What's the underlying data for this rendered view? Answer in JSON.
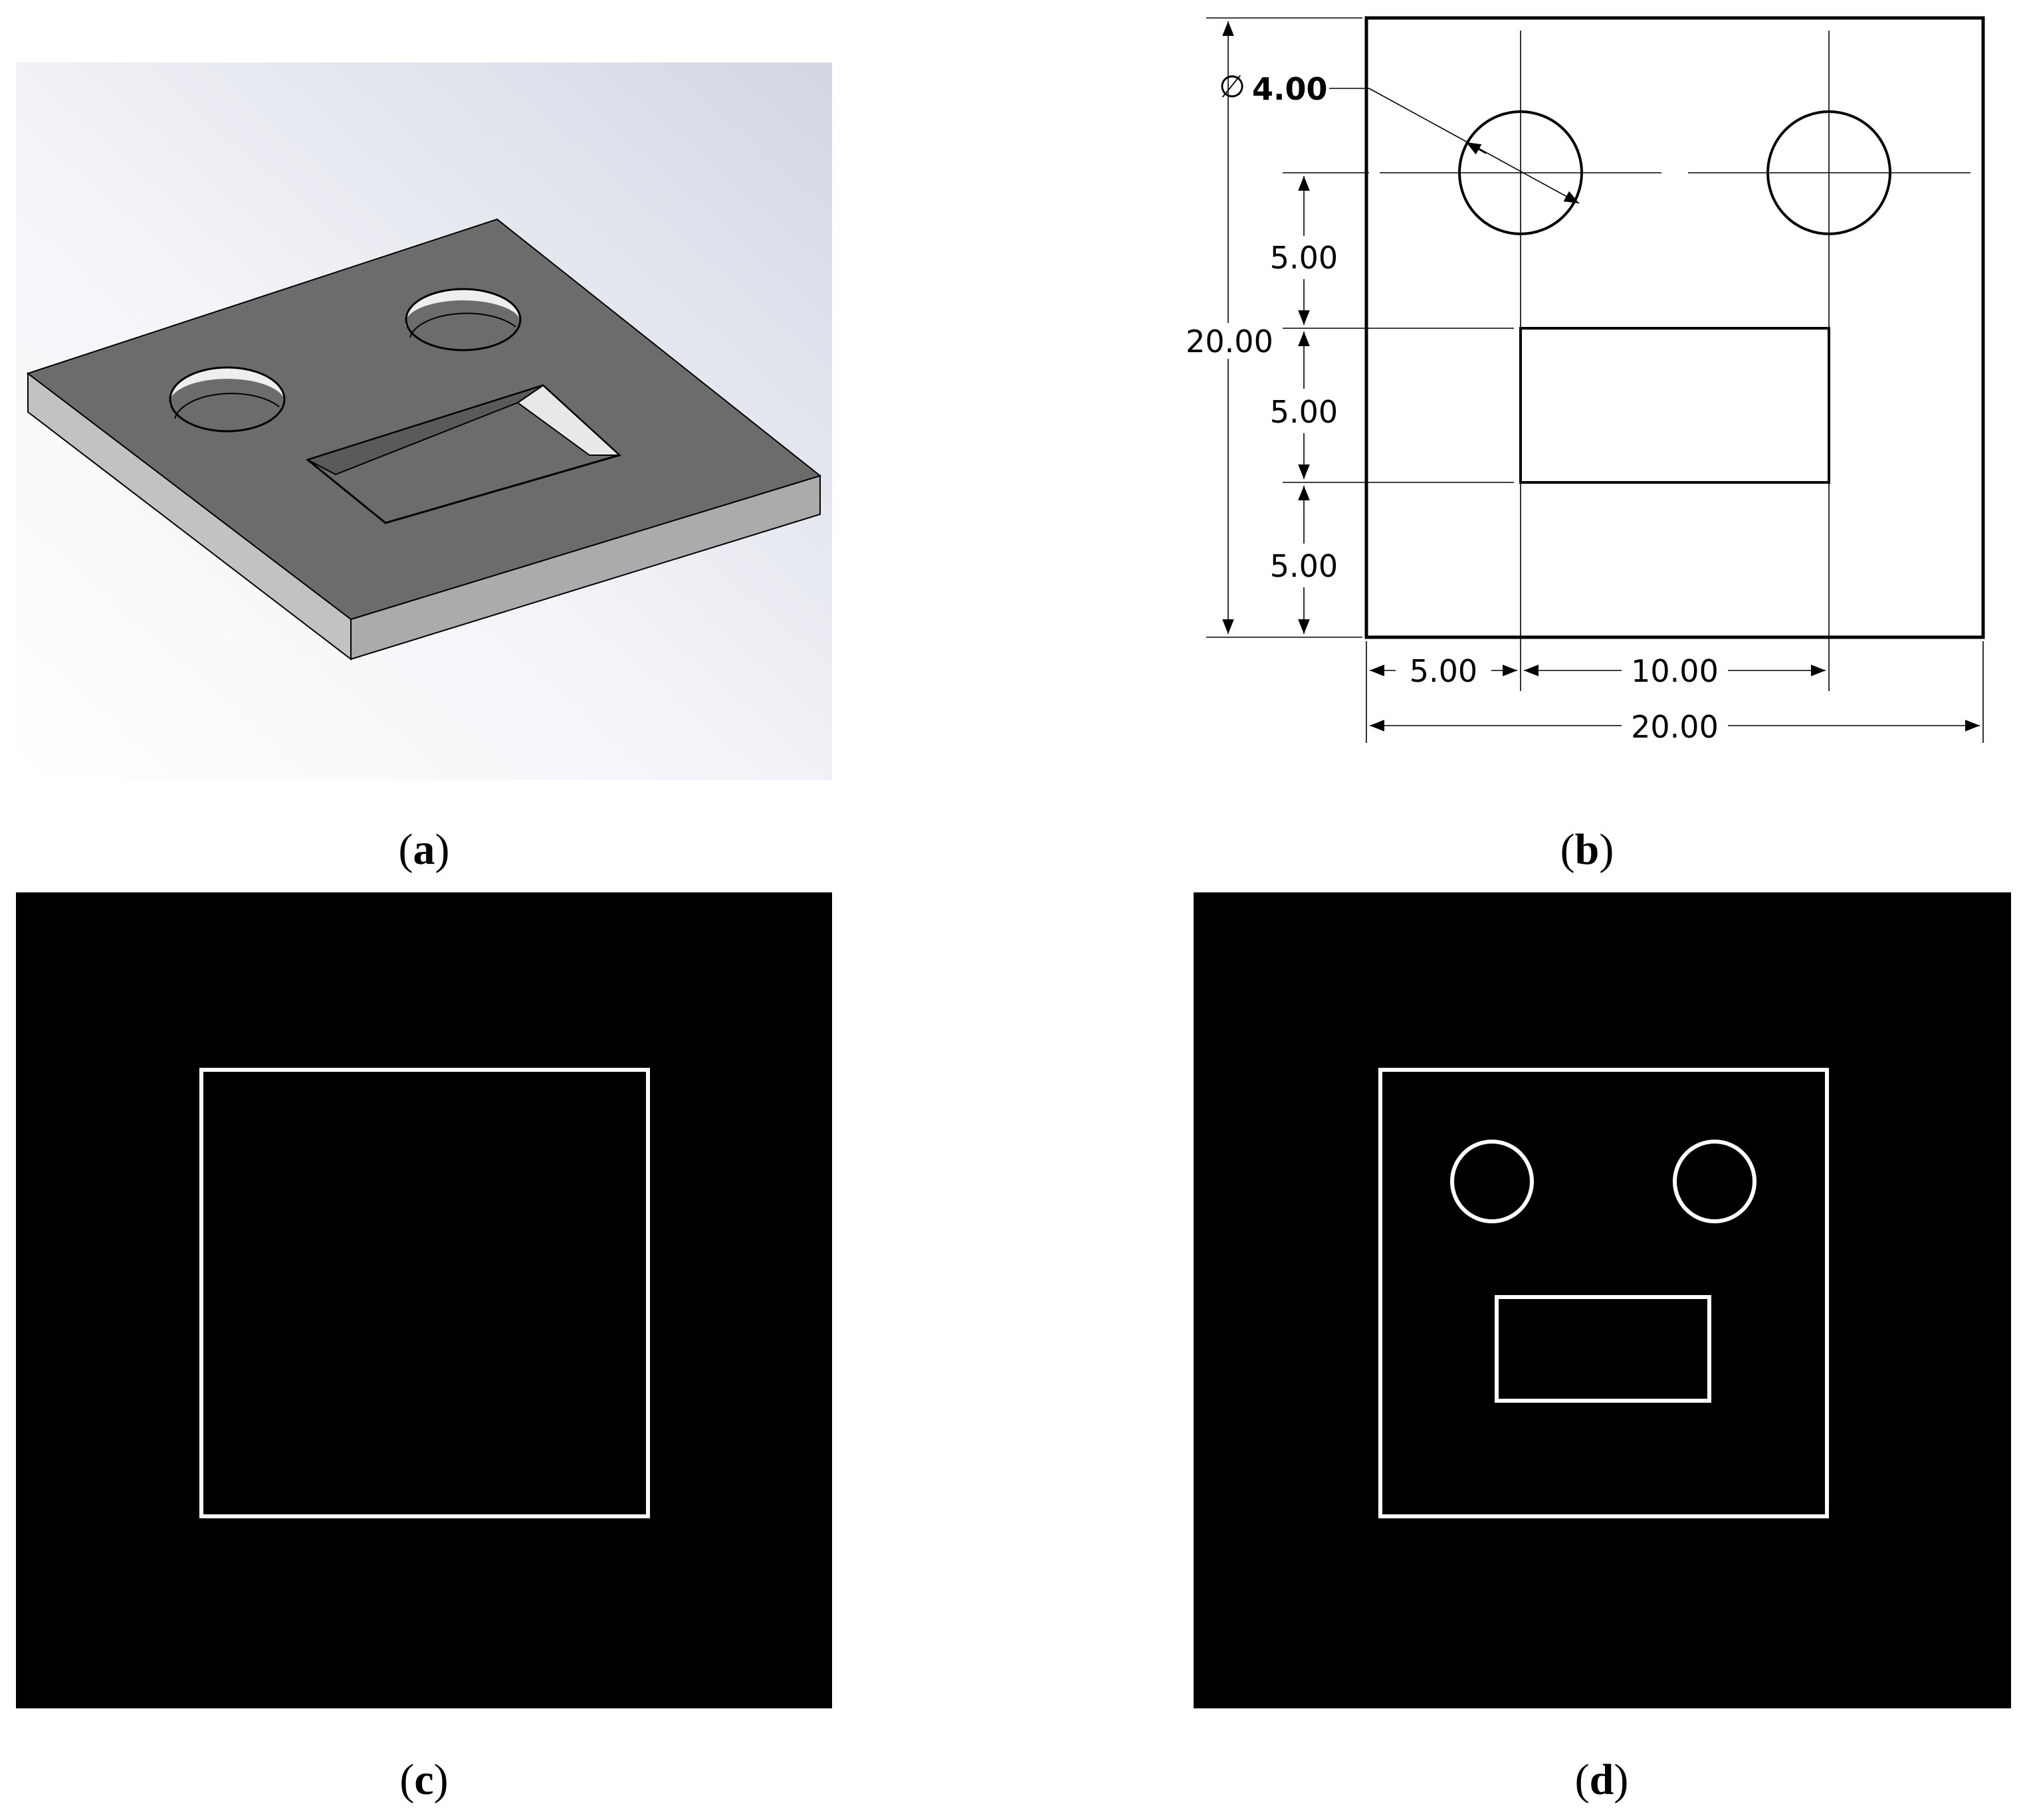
{
  "panels": {
    "a": {
      "caption_open": "(",
      "caption_letter": "a",
      "caption_close": ")"
    },
    "b": {
      "caption_open": "(",
      "caption_letter": "b",
      "caption_close": ")",
      "dimensions": {
        "hole_diameter_symbol": "∅",
        "hole_diameter": "4.00",
        "left_top": "5.00",
        "left_total": "20.00",
        "left_middle": "5.00",
        "left_bottom": "5.00",
        "bottom_left": "5.00",
        "bottom_middle": "10.00",
        "bottom_total": "20.00"
      }
    },
    "c": {
      "caption_open": "(",
      "caption_letter": "c",
      "caption_close": ")"
    },
    "d": {
      "caption_open": "(",
      "caption_letter": "d",
      "caption_close": ")"
    }
  },
  "colors": {
    "plate_top": "#6b6b6b",
    "plate_side": "#bdbdbd",
    "plate_front": "#a9a9a9",
    "render_background_top": "#d8dbe6",
    "render_background_bottom": "#ffffff",
    "binary_background": "#000000",
    "binary_outline": "#ffffff",
    "drawing_line": "#000000"
  }
}
